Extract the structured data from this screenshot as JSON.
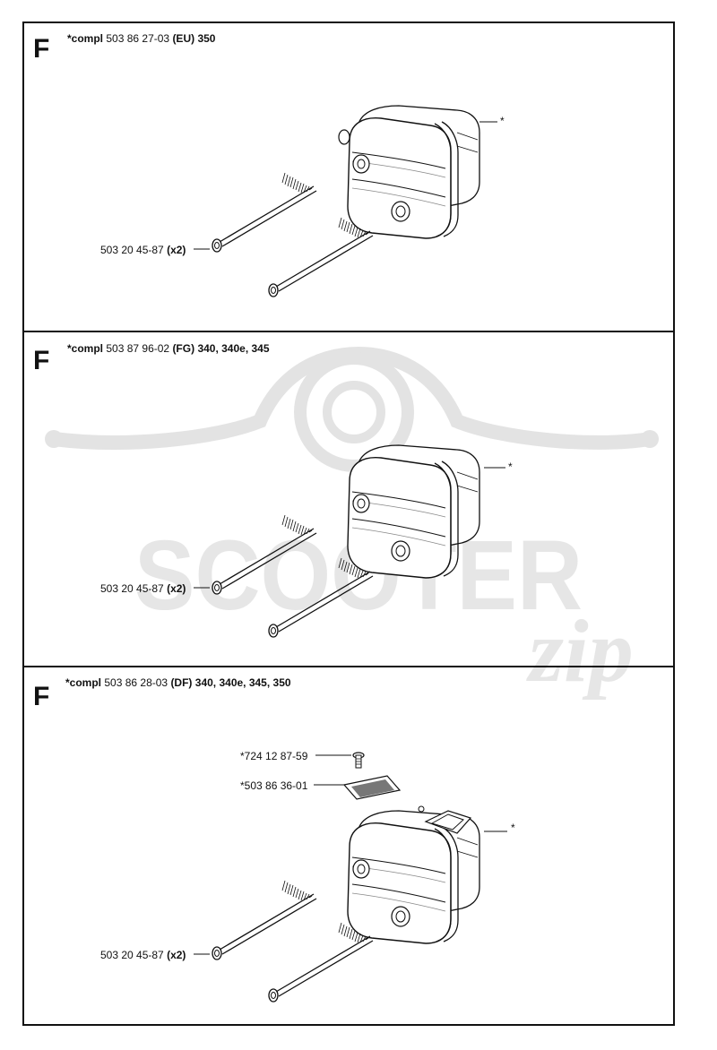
{
  "watermark": {
    "brand_word": "SCOOTER",
    "brand_script": "zip"
  },
  "panels": [
    {
      "letter": "F",
      "compl": "*compl",
      "part_number": "503 86 27-03",
      "variant": "(EU)",
      "models": "350",
      "bolt_part": "503 20 45-87",
      "bolt_qty": "(x2)",
      "assembly_mark": "*"
    },
    {
      "letter": "F",
      "compl": "*compl",
      "part_number": "503 87 96-02",
      "variant": "(FG)",
      "models": "340, 340e, 345",
      "bolt_part": "503 20 45-87",
      "bolt_qty": "(x2)",
      "assembly_mark": "*"
    },
    {
      "letter": "F",
      "compl": "*compl",
      "part_number": "503 86 28-03",
      "variant": "(DF)",
      "models": "340, 340e, 345, 350",
      "bolt_part": "503 20 45-87",
      "bolt_qty": "(x2)",
      "assembly_mark": "*",
      "screw_part": "*724 12 87-59",
      "screen_part": "*503 86 36-01"
    }
  ]
}
